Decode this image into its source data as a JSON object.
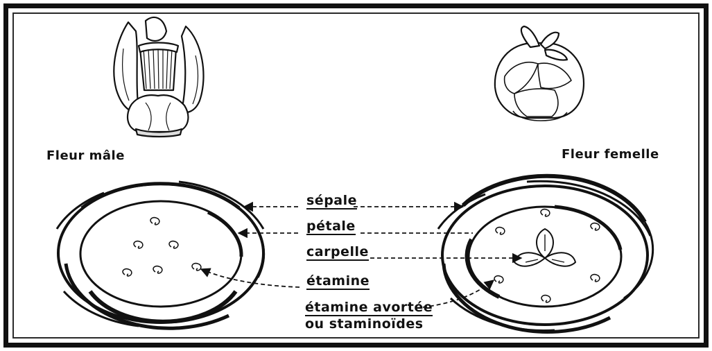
{
  "captions": {
    "male_flower": "Fleur mâle",
    "female_flower": "Fleur femelle"
  },
  "labels": {
    "sepal": "sépale",
    "petal": "pétale",
    "carpel": "carpelle",
    "stamen": "étamine",
    "aborted_stamen_line1": "étamine avortée",
    "aborted_stamen_line2": "ou staminoïdes"
  },
  "colors": {
    "ink": "#111111",
    "paper": "#ffffff",
    "frame": "#111111"
  }
}
